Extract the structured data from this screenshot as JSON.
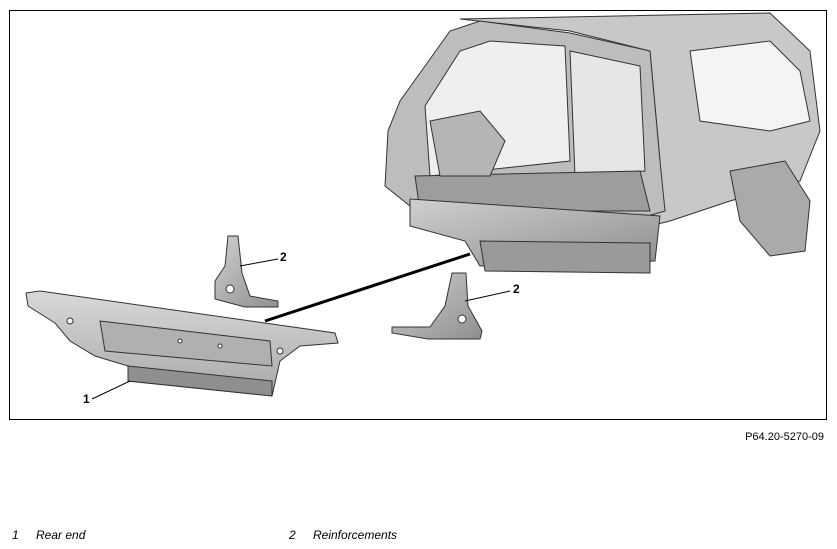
{
  "figure_ref": "P64.20-5270-09",
  "callouts": [
    {
      "id": "1",
      "label": "1"
    },
    {
      "id": "2a",
      "label": "2"
    },
    {
      "id": "2b",
      "label": "2"
    }
  ],
  "legend": [
    {
      "number": "1",
      "text": "Rear end"
    },
    {
      "number": "2",
      "text": "Reinforcements"
    }
  ]
}
